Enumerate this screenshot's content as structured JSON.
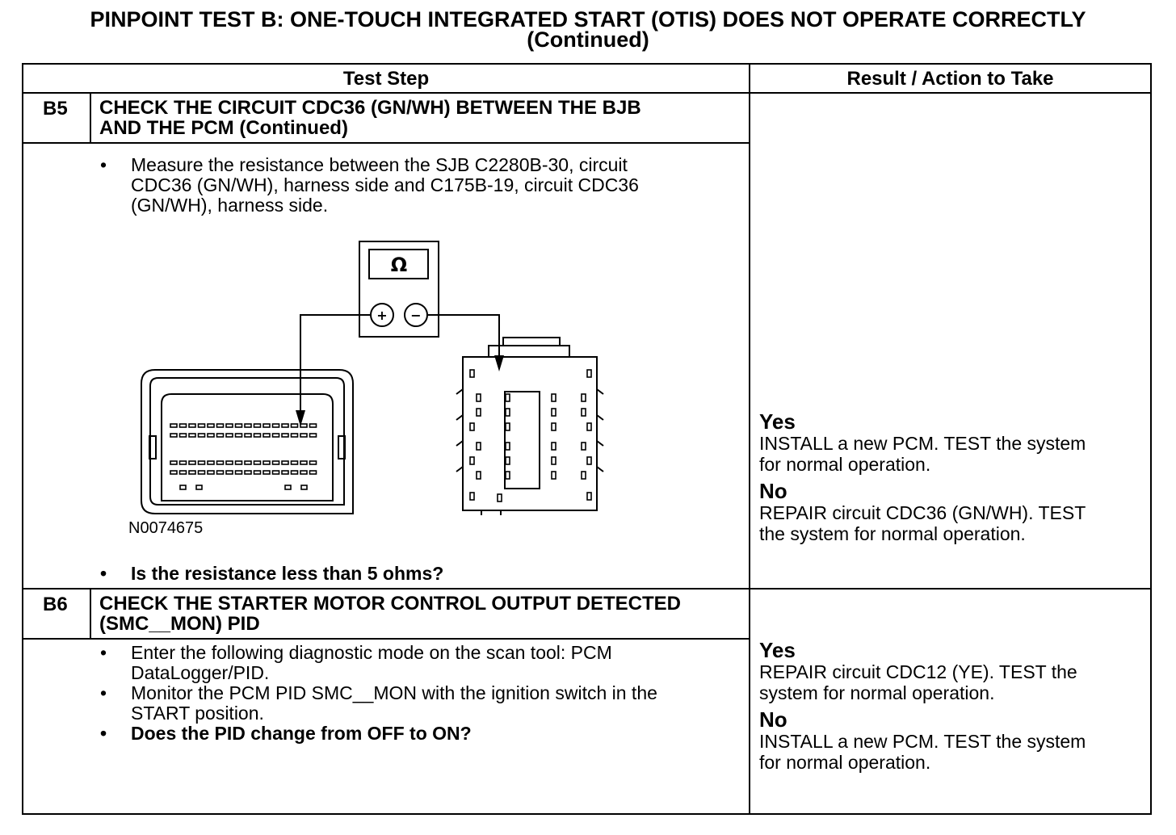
{
  "title": {
    "line1": "PINPOINT TEST B: ONE-TOUCH INTEGRATED START (OTIS) DOES NOT OPERATE CORRECTLY",
    "line2": "(Continued)"
  },
  "headers": {
    "test_step": "Test Step",
    "result": "Result / Action to Take"
  },
  "steps": [
    {
      "id": "B5",
      "title_l1": "CHECK THE CIRCUIT CDC36 (GN/WH) BETWEEN THE BJB",
      "title_l2": "AND THE PCM (Continued)",
      "instruction_l1": "Measure the resistance between the SJB C2280B-30, circuit",
      "instruction_l2": "CDC36 (GN/WH), harness side and C175B-19, circuit CDC36",
      "instruction_l3": "(GN/WH), harness side.",
      "figure_id": "N0074675",
      "meter_symbol": "Ω",
      "plus": "+",
      "minus": "−",
      "question": "Is the resistance less than 5 ohms?",
      "yes_label": "Yes",
      "yes_l1": "INSTALL a new PCM. TEST the system",
      "yes_l2": "for normal operation.",
      "no_label": "No",
      "no_l1": "REPAIR circuit CDC36 (GN/WH). TEST",
      "no_l2": "the system for normal operation."
    },
    {
      "id": "B6",
      "title_l1": "CHECK THE STARTER MOTOR CONTROL OUTPUT DETECTED",
      "title_l2": "(SMC__MON) PID",
      "b1_l1": "Enter the following diagnostic mode on the scan tool: PCM",
      "b1_l2": "DataLogger/PID.",
      "b2_l1": "Monitor the PCM PID SMC__MON with the ignition switch in the",
      "b2_l2": "START position.",
      "question": "Does the PID change from OFF to ON?",
      "yes_label": "Yes",
      "yes_l1": "REPAIR circuit CDC12 (YE). TEST the",
      "yes_l2": "system for normal operation.",
      "no_label": "No",
      "no_l1": "INSTALL a new PCM. TEST the system",
      "no_l2": "for normal operation."
    }
  ]
}
